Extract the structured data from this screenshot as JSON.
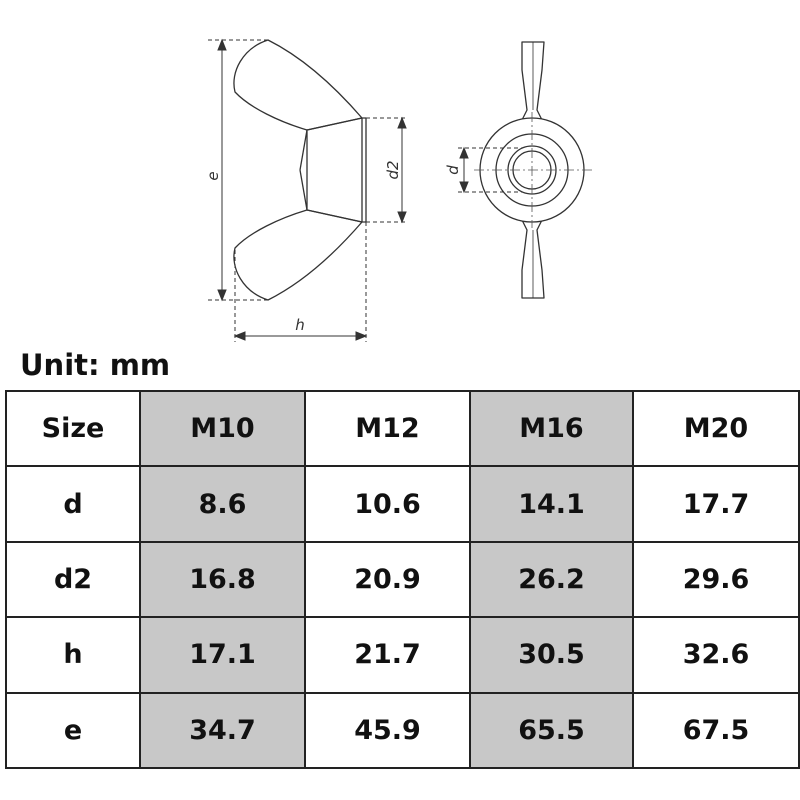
{
  "drawing": {
    "labels": {
      "e": "e",
      "d2": "d2",
      "h": "h",
      "d": "d"
    }
  },
  "unit_label": "Unit: mm",
  "table": {
    "header_label": "Size",
    "sizes": [
      "M10",
      "M12",
      "M16",
      "M20"
    ],
    "rows": [
      {
        "label": "d",
        "values": [
          "8.6",
          "10.6",
          "14.1",
          "17.7"
        ]
      },
      {
        "label": "d2",
        "values": [
          "16.8",
          "20.9",
          "26.2",
          "29.6"
        ]
      },
      {
        "label": "h",
        "values": [
          "17.1",
          "21.7",
          "30.5",
          "32.6"
        ]
      },
      {
        "label": "e",
        "values": [
          "34.7",
          "45.9",
          "65.5",
          "67.5"
        ]
      }
    ],
    "shaded_columns": [
      "M10",
      "M16"
    ],
    "shade_color": "#c8c8c8"
  }
}
